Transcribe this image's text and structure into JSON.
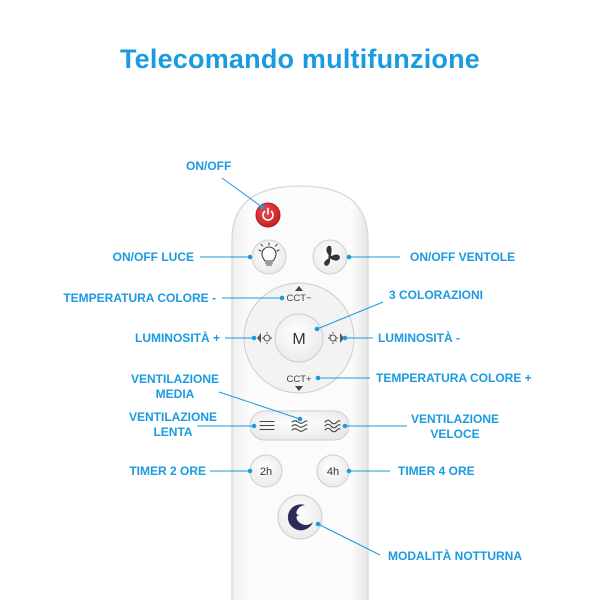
{
  "title": "Telecomando multifunzione",
  "labels": {
    "on_off": "ON/OFF",
    "on_off_luce": "ON/OFF LUCE",
    "on_off_ventole": "ON/OFF VENTOLE",
    "temp_colore_minus": "TEMPERATURA COLORE -",
    "tre_colorazioni": "3 COLORAZIONI",
    "luminosita_plus": "LUMINOSITÀ +",
    "luminosita_minus": "LUMINOSITÀ -",
    "ventilazione_media_1": "VENTILAZIONE",
    "ventilazione_media_2": "MEDIA",
    "temp_colore_plus": "TEMPERATURA COLORE +",
    "ventilazione_lenta_1": "VENTILAZIONE",
    "ventilazione_lenta_2": "LENTA",
    "ventilazione_veloce_1": "VENTILAZIONE",
    "ventilazione_veloce_2": "VELOCE",
    "timer_2": "TIMER 2 ORE",
    "timer_4": "TIMER 4 ORE",
    "modalita_notturna": "MODALITÀ NOTTURNA"
  },
  "remote": {
    "cct_minus": "CCT−",
    "cct_plus": "CCT+",
    "center": "M",
    "timer_2": "2h",
    "timer_4": "4h"
  },
  "colors": {
    "accent": "#1a9be0",
    "power": "#d9262b",
    "remote_body": "#f7f7f7"
  }
}
